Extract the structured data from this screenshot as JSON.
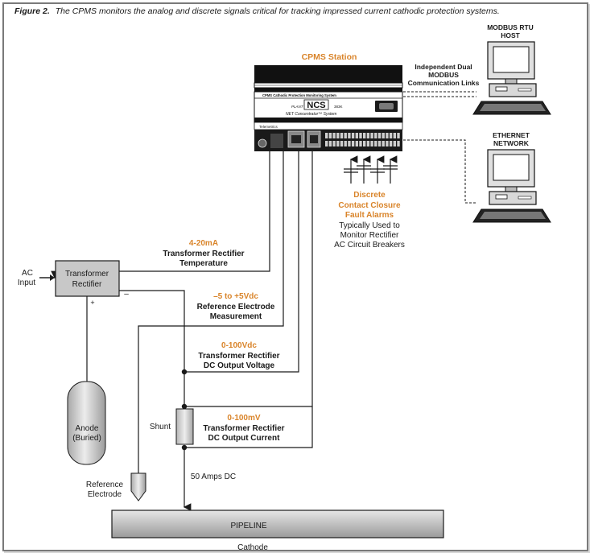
{
  "caption": {
    "label": "Figure 2.",
    "text": "The CPMS monitors the analog and discrete signals critical for tracking impressed current cathodic protection systems."
  },
  "station": {
    "title": "CPMS Station",
    "band_text": "CPMS Cathodic Protection Monitoring System",
    "logo": "NCS",
    "plant": "PLANT",
    "model": "383K",
    "subtitle": "NET Concentrator™ System",
    "brand": "Telemetrics"
  },
  "modbus_links": {
    "line1": "Independent Dual",
    "line2": "MODBUS",
    "line3": "Communication Links"
  },
  "computers": [
    {
      "line1": "MODBUS RTU",
      "line2": "HOST"
    },
    {
      "line1": "ETHERNET",
      "line2": "NETWORK"
    }
  ],
  "discrete": {
    "line1": "Discrete",
    "line2": "Contact Closure",
    "line3": "Fault Alarms",
    "line4": "Typically Used to",
    "line5": "Monitor Rectifier",
    "line6": "AC Circuit Breakers"
  },
  "signals": [
    {
      "range": "4-20mA",
      "line1": "Transformer Rectifier",
      "line2": "Temperature"
    },
    {
      "range": "–5 to +5Vdc",
      "line1": "Reference Electrode",
      "line2": "Measurement"
    },
    {
      "range": "0-100Vdc",
      "line1": "Transformer Rectifier",
      "line2": "DC Output Voltage"
    },
    {
      "range": "0-100mV",
      "line1": "Transformer Rectifier",
      "line2": "DC Output Current"
    }
  ],
  "ac_input": {
    "line1": "AC",
    "line2": "Input"
  },
  "transformer": {
    "line1": "Transformer",
    "line2": "Rectifier",
    "plus": "+",
    "minus": "–"
  },
  "anode": {
    "line1": "Anode",
    "line2": "(Buried)"
  },
  "reference_electrode": {
    "line1": "Reference",
    "line2": "Electrode"
  },
  "shunt": "Shunt",
  "amps": "50 Amps DC",
  "pipeline": "PIPELINE",
  "cathode": "Cathode",
  "colors": {
    "accent": "#d9842a",
    "line": "#1a1a1a",
    "pipe_top": "#e6e6e6",
    "pipe_bottom": "#9a9a9a",
    "anode_top": "#e8e8e8",
    "anode_bottom": "#9c9c9c"
  }
}
